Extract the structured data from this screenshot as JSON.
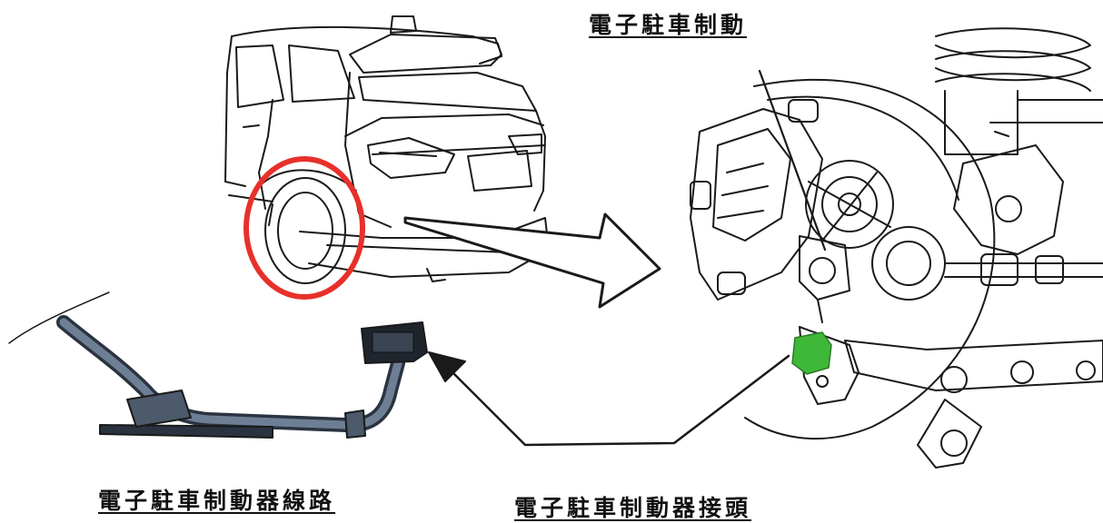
{
  "labels": {
    "electronic_parking_brake": "電子駐車制動",
    "brake_harness": "電子駐車制動器線路",
    "brake_connector": "電子駐車制動器接頭"
  },
  "colors": {
    "line": "#1a1a1a",
    "highlight_ring": "#e8302a",
    "connector_fill": "#3fb83a",
    "harness_fill": "#6e7f95",
    "background": "#ffffff"
  }
}
